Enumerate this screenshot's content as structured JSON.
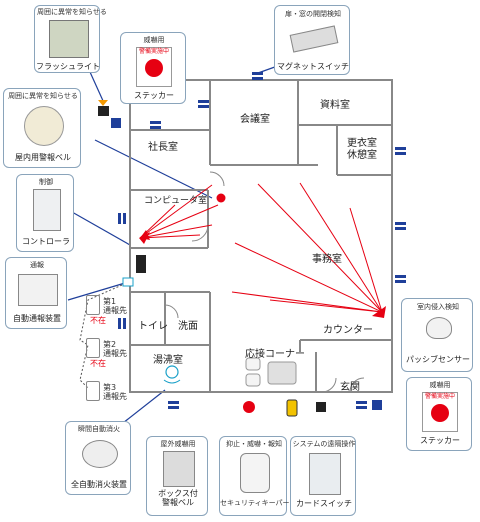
{
  "devices": {
    "flash_light": {
      "caption": "周囲に異常を知らせる",
      "label": "フラッシュライト"
    },
    "sticker_top": {
      "caption": "威嚇用",
      "label": "ステッカー",
      "sign_text": "警備実施中"
    },
    "magnet_switch": {
      "caption": "扉・窓の開閉検知",
      "label": "マグネットスイッチ"
    },
    "indoor_bell": {
      "caption": "周囲に異常を知らせる",
      "label": "屋内用警報ベル"
    },
    "controller": {
      "caption": "制御",
      "label": "コントローラ"
    },
    "auto_report": {
      "caption": "通報",
      "label": "自動通報装置"
    },
    "fire_detector": {
      "caption": "瞬間自動消火",
      "label": "全自動消火装置"
    },
    "box_bell": {
      "caption": "屋外威嚇用",
      "label": "ボックス付\n警報ベル"
    },
    "security_keeper": {
      "caption": "抑止・威嚇・報知",
      "label": "セキュリティキーパー"
    },
    "card_switch": {
      "caption": "システムの遠隔操作",
      "label": "カードスイッチ"
    },
    "passive_sensor": {
      "caption": "室内侵入検知",
      "label": "パッシブセンサー"
    },
    "sticker_right": {
      "caption": "威嚇用",
      "label": "ステッカー",
      "sign_text": "警備実施中"
    }
  },
  "report_targets": [
    {
      "label": "第1\n通報先",
      "status": "不在"
    },
    {
      "label": "第2\n通報先",
      "status": "不在"
    },
    {
      "label": "第3\n通報先",
      "status": ""
    }
  ],
  "rooms": {
    "meeting": "会議室",
    "archive": "資料室",
    "locker": "更衣室\n休憩室",
    "president": "社長室",
    "computer": "コンピュータ室",
    "office": "事務室",
    "counter": "カウンター",
    "toilet": "トイレ",
    "washroom": "洗面",
    "kettle": "湯沸室",
    "reception": "応接コーナー",
    "entrance": "玄関"
  },
  "colors": {
    "wall": "#888888",
    "beam": "#e60012",
    "magnet": "#1f3f9a",
    "frame": "#8aa4bb"
  }
}
